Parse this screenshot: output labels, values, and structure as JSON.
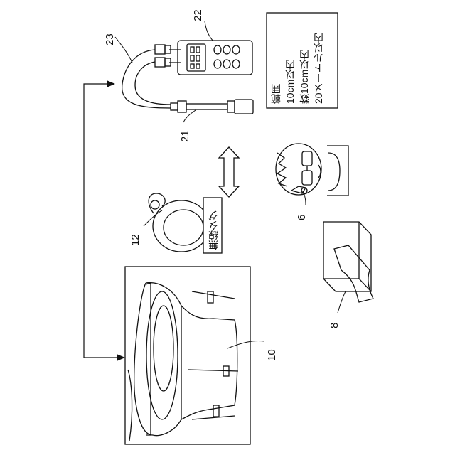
{
  "labels": {
    "ref_22": "22",
    "ref_23": "23",
    "ref_21": "21",
    "ref_12": "12",
    "ref_6": "6",
    "ref_8": "8",
    "ref_10": "10"
  },
  "tag_label": "無線タグ",
  "range_box": {
    "title": "範囲",
    "line1": "10cm以内",
    "line2": "数10cm以内",
    "line3": "20メートル以内"
  }
}
